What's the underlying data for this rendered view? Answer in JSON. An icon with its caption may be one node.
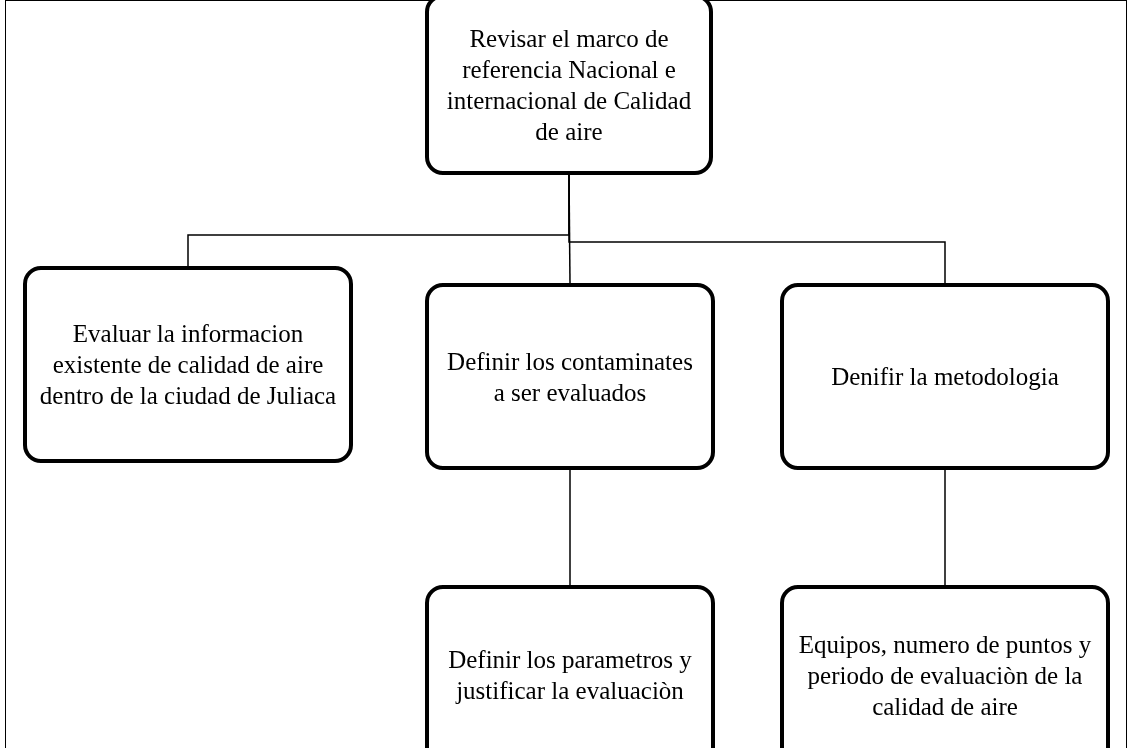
{
  "diagram": {
    "nodes": [
      {
        "text": [
          "Revisar el marco de referencia Nacional e internacional de Calidad de aire"
        ]
      },
      {
        "text": [
          "Evaluar la informacion existente de calidad de aire dentro de la ciudad de Juliaca"
        ]
      },
      {
        "text": [
          "Definir los contaminates a ser evaluados"
        ]
      },
      {
        "text": [
          "Denifir la metodologia"
        ]
      },
      {
        "text": [
          "Definir los parametros y justificar la evaluaciòn"
        ]
      },
      {
        "text": [
          "Equipos, numero de puntos y periodo de evaluaciòn de la calidad de aire"
        ]
      }
    ],
    "edges": [
      {
        "from": 0,
        "to": 1,
        "arrow": "none"
      },
      {
        "from": 0,
        "to": 2,
        "arrow": "none"
      },
      {
        "from": 0,
        "to": 3,
        "arrow": "none"
      },
      {
        "from": 2,
        "to": 4,
        "arrow": "none"
      },
      {
        "from": 3,
        "to": 5,
        "arrow": "none"
      }
    ]
  }
}
